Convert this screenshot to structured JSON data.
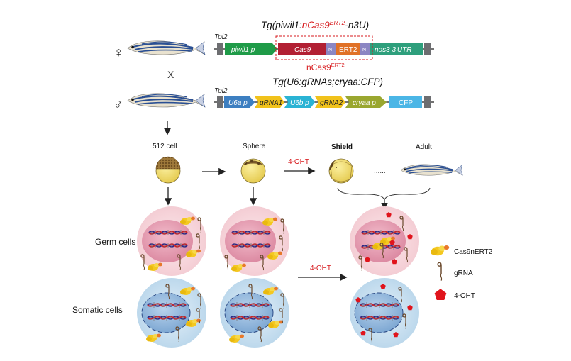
{
  "cross": {
    "female_symbol": "♀",
    "male_symbol": "♂",
    "cross_symbol": "X"
  },
  "construct1": {
    "title_prefix": "Tg(piwil1:",
    "title_red": "nCas9",
    "title_sup": "ERT2",
    "title_suffix": "-n3U)",
    "tol2": "Tol2",
    "promoter": "piwil1 p",
    "cas9": "Cas9",
    "n_label": "N",
    "ert2": "ERT2",
    "n_label2": "N",
    "utr": "nos3 3'UTR",
    "fusion_label": "nCas9",
    "fusion_sup": "ERT2"
  },
  "construct2": {
    "title": "Tg(U6:gRNAs;cryaa:CFP)",
    "tol2": "Tol2",
    "u6a": "U6a p",
    "grna1": "gRNA1",
    "u6b": "U6b p",
    "grna2": "gRNA2",
    "cryaa": "cryaa p",
    "cfp": "CFP"
  },
  "stages": {
    "s512": "512 cell",
    "sphere": "Sphere",
    "shield": "Shield",
    "adult": "Adult",
    "dots": "......",
    "ohtx_label1": "4-OHT",
    "ohtx_label2": "4-OHT"
  },
  "rows": {
    "germ": "Germ cells",
    "somatic": "Somatic cells"
  },
  "legend": {
    "cas9": "Cas9nERT2",
    "grna": "gRNA",
    "oht": "4-OHT"
  },
  "colors": {
    "tol2": "#6d6e71",
    "promoter_green": "#1f9b48",
    "cas9": "#b22033",
    "ert2": "#e07127",
    "nls": "#8b86c3",
    "utr": "#2e9f7c",
    "u6": "#3d7fc1",
    "grna": "#f1c21b",
    "cryaa": "#9aa72f",
    "cfp": "#4bb6e6",
    "red": "#d7191c",
    "germ_cell": "#f6d7dc",
    "germ_nucleus": "#e39bb0",
    "somatic_cell": "#cfe3f1",
    "somatic_nucleus": "#8eb7dd",
    "yolk": "#f2de6c"
  }
}
